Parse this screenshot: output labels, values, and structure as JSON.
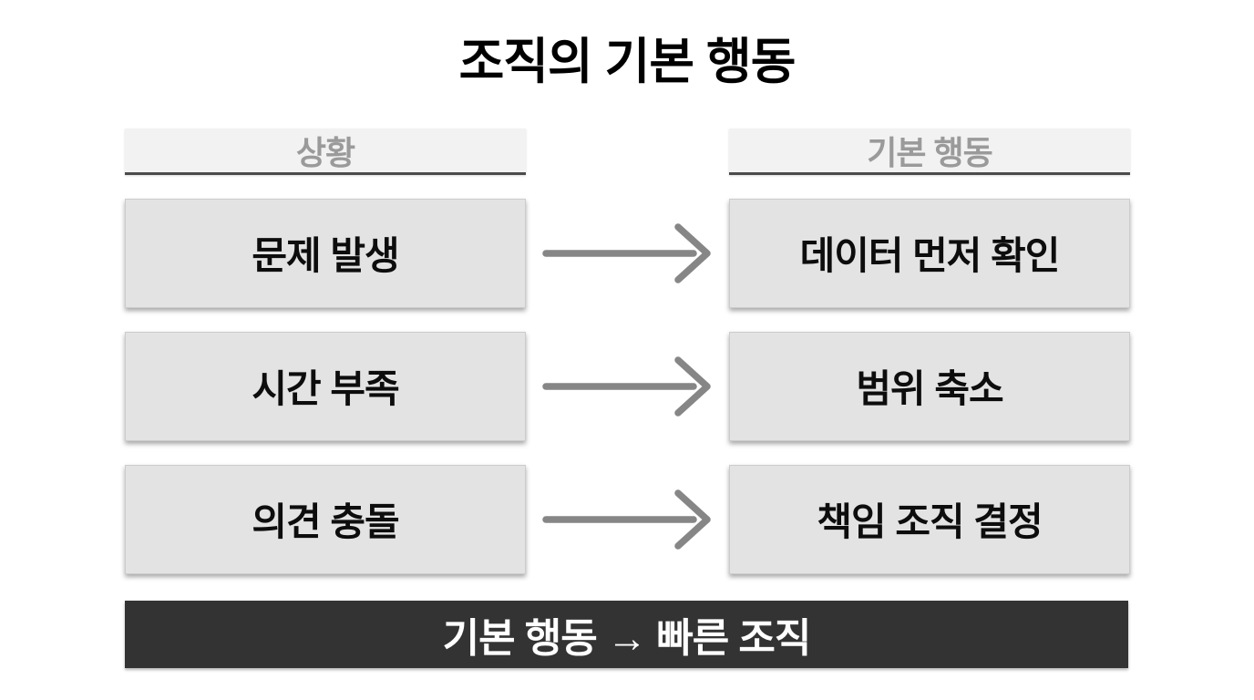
{
  "title": "조직의 기본 행동",
  "columns": {
    "left_header": "상황",
    "right_header": "기본 행동"
  },
  "rows": [
    {
      "situation": "문제 발생",
      "action": "데이터 먼저 확인"
    },
    {
      "situation": "시간 부족",
      "action": "범위 축소"
    },
    {
      "situation": "의견 충돌",
      "action": "책임 조직 결정"
    }
  ],
  "footer": {
    "label": "기본 행동 → 빠른 조직"
  },
  "icons": {
    "row_connector": "right-arrow"
  },
  "colors": {
    "background": "#ffffff",
    "title_text": "#000000",
    "header_bg": "#f2f2f2",
    "header_text": "#9a9a9a",
    "header_border": "#4b4b4b",
    "box_bg": "#e3e3e3",
    "box_border": "#cccccc",
    "box_text": "#0d0d0d",
    "arrow": "#868686",
    "banner_bg": "#333333",
    "banner_text": "#ffffff"
  }
}
